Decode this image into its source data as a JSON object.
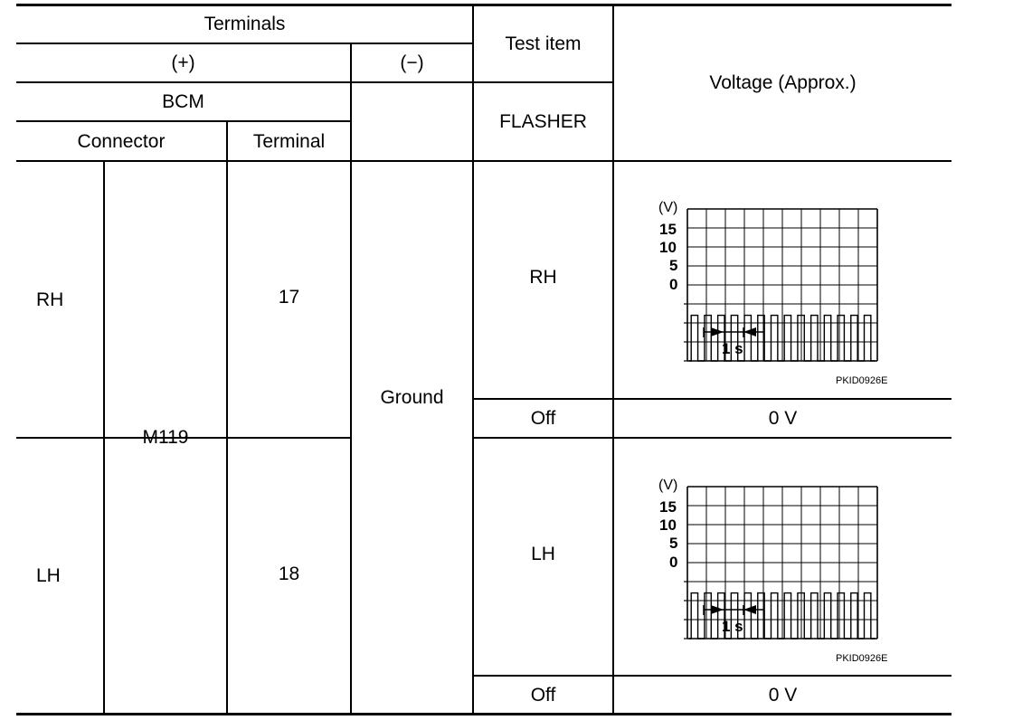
{
  "header": {
    "terminals": "Terminals",
    "plus": "(+)",
    "minus": "(−)",
    "test_item": "Test item",
    "voltage": "Voltage (Approx.)",
    "bcm": "BCM",
    "flasher": "FLASHER",
    "connector": "Connector",
    "terminal": "Terminal"
  },
  "rows": {
    "ground": "Ground",
    "connector": "M119",
    "rh": {
      "side": "RH",
      "terminal": "17",
      "test_on": "RH",
      "test_off": "Off",
      "voltage_off": "0 V"
    },
    "lh": {
      "side": "LH",
      "terminal": "18",
      "test_on": "LH",
      "test_off": "Off",
      "voltage_off": "0 V"
    }
  },
  "waveform": {
    "y_unit": "(V)",
    "y_ticks": [
      "15",
      "10",
      "5",
      "0"
    ],
    "y_tick_values": [
      15,
      10,
      5,
      0
    ],
    "high_volts": 12,
    "low_volts": 0,
    "pulse_count": 14,
    "time_marker": "1 s",
    "figure_code": "PKID0926E"
  }
}
